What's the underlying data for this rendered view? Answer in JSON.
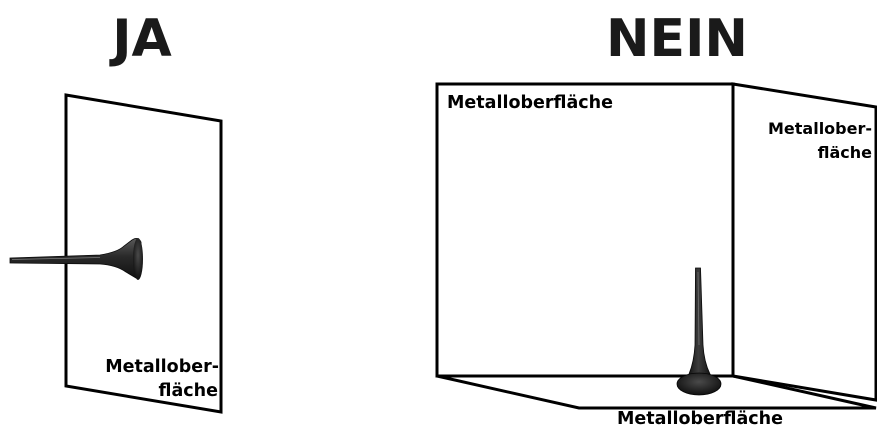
{
  "panels": {
    "yes": {
      "heading": "JA",
      "plate_label_line1": "Metallober-",
      "plate_label_line2": "fläche"
    },
    "no": {
      "heading": "NEIN",
      "back_label": "Metalloberfläche",
      "side_label_line1": "Metallober-",
      "side_label_line2": "fläche",
      "floor_label": "Metalloberfläche"
    }
  },
  "colors": {
    "antenna_dark": "#1f1f1f",
    "antenna_mid": "#3a3a3a",
    "antenna_highlight": "#6a6a6a",
    "outline": "#000000"
  },
  "icons": {
    "yes_antenna": "antenna-horizontal-icon",
    "no_antenna": "antenna-vertical-icon"
  }
}
